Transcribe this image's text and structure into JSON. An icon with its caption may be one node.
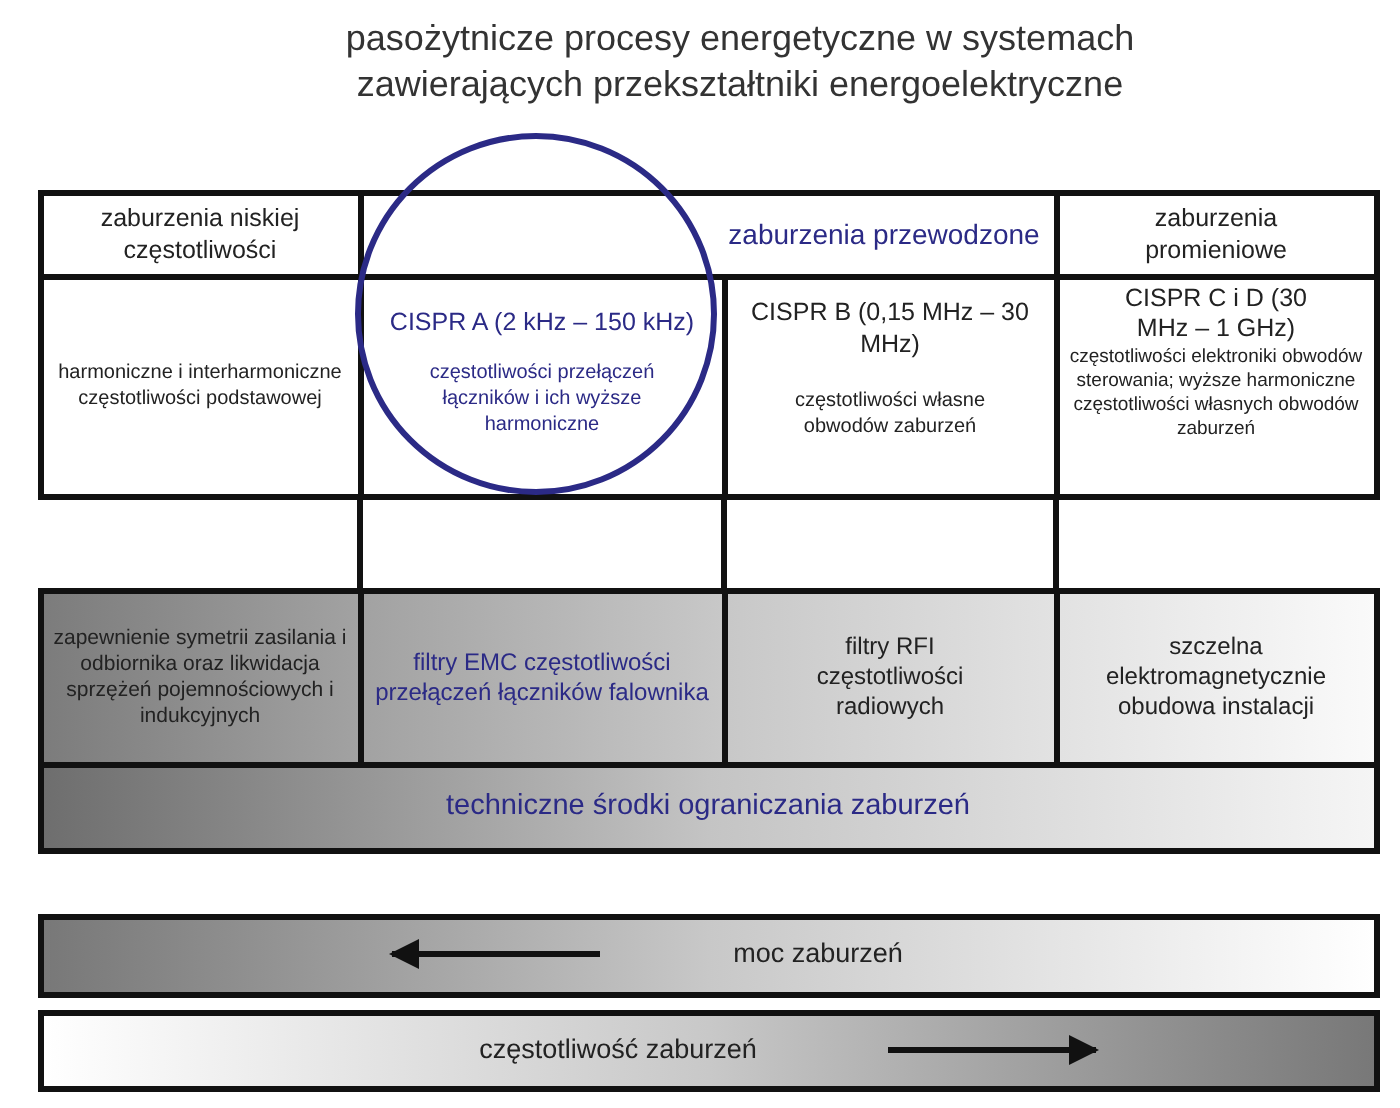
{
  "diagram": {
    "title": "pasożytnicze procesy energetyczne w systemach zawierających przekształtniki energoelektryczne",
    "nodes": [
      {
        "text": [
          "zaburzenia niskiej częstotliwości"
        ]
      },
      {
        "text": [
          "zaburzenia przewodzone"
        ]
      },
      {
        "text": [
          "zaburzenia promieniowe"
        ]
      },
      {
        "text": [
          "harmoniczne i interharmoniczne częstotliwości podstawowej"
        ]
      },
      {
        "text": [
          "CISPR A (2 kHz – 150 kHz)",
          "częstotliwości przełączeń łączników i ich wyższe harmoniczne"
        ]
      },
      {
        "text": [
          "CISPR B (0,15 MHz – 30 MHz)",
          "częstotliwości własne obwodów zaburzeń"
        ]
      },
      {
        "text": [
          "CISPR C i D (30 MHz – 1 GHz)",
          "częstotliwości elektroniki obwodów sterowania; wyższe harmoniczne częstotliwości własnych obwodów zaburzeń"
        ]
      },
      {
        "text": [
          "zapewnienie symetrii zasilania i odbiornika oraz likwidacja sprzężeń pojemnościowych i indukcyjnych"
        ]
      },
      {
        "text": [
          "filtry EMC częstotliwości przełączeń łączników falownika"
        ]
      },
      {
        "text": [
          "filtry RFI częstotliwości radiowych"
        ]
      },
      {
        "text": [
          "szczelna elektromagnetycznie obudowa instalacji"
        ]
      },
      {
        "text": [
          "techniczne środki ograniczania zaburzeń"
        ]
      },
      {
        "text": [
          "moc zaburzeń"
        ]
      },
      {
        "text": [
          "częstotliwość zaburzeń"
        ]
      }
    ]
  }
}
